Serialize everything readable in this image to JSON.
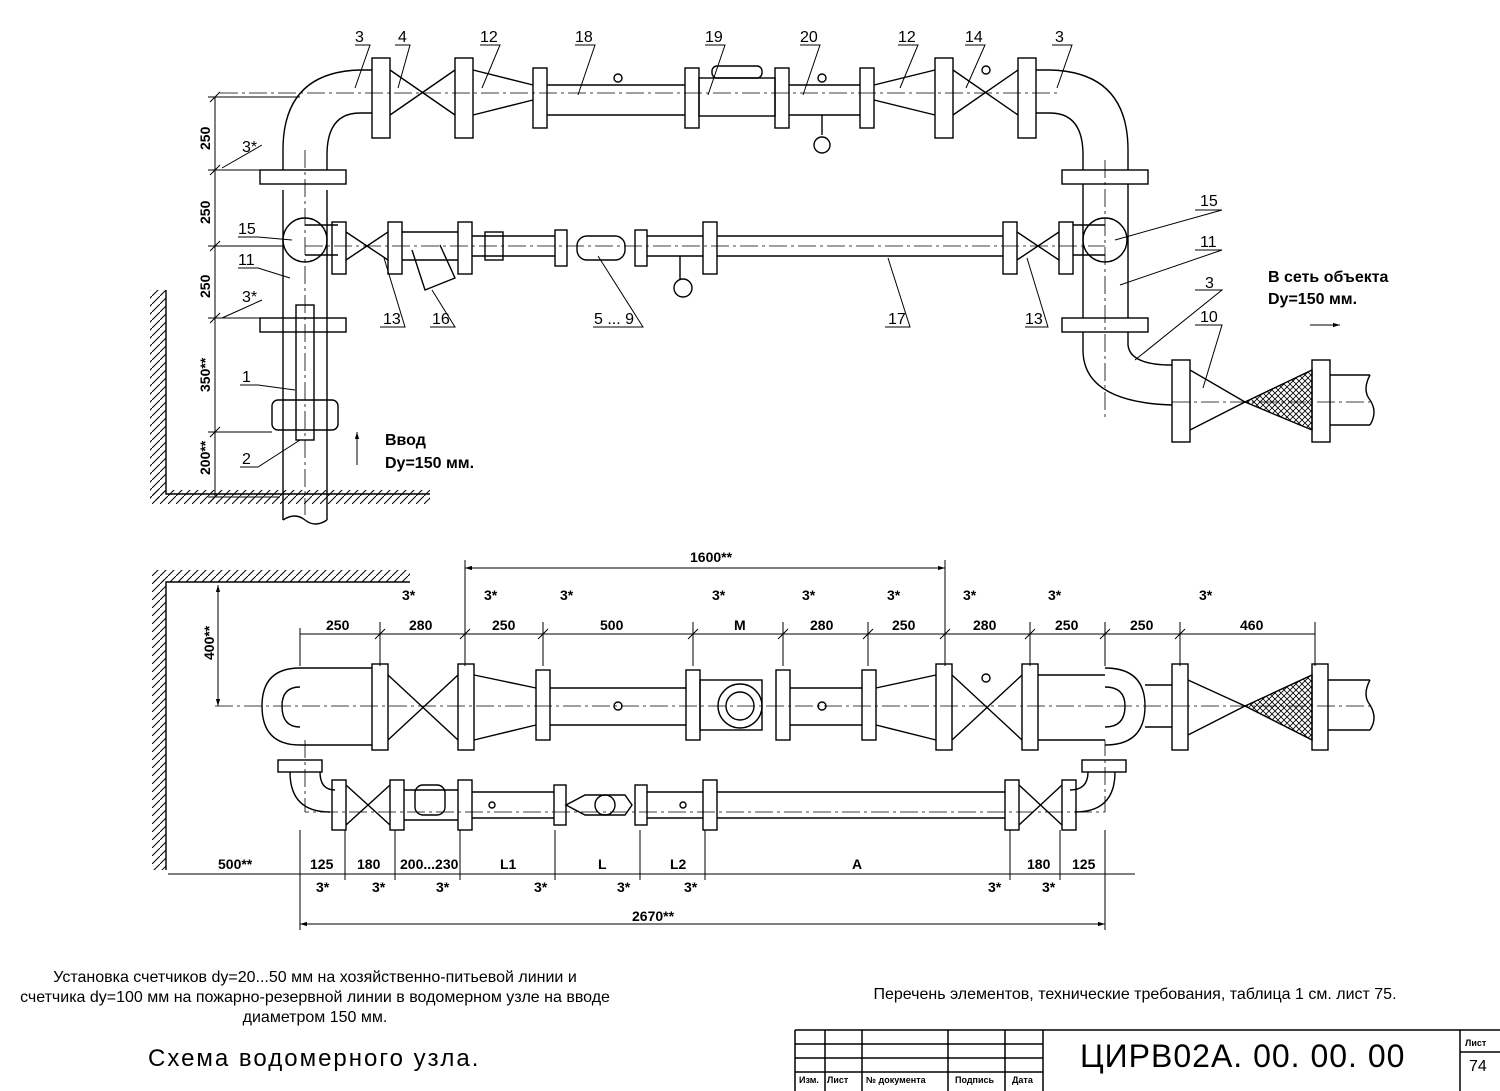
{
  "top_view": {
    "callouts": [
      {
        "text": "3"
      },
      {
        "text": "4"
      },
      {
        "text": "12"
      },
      {
        "text": "18"
      },
      {
        "text": "19"
      },
      {
        "text": "20"
      },
      {
        "text": "12"
      },
      {
        "text": "14"
      },
      {
        "text": "3"
      },
      {
        "text": "15"
      },
      {
        "text": "11"
      },
      {
        "text": "1"
      },
      {
        "text": "2"
      },
      {
        "text": "13"
      },
      {
        "text": "16"
      },
      {
        "text": "5 ... 9"
      },
      {
        "text": "17"
      },
      {
        "text": "13"
      },
      {
        "text": "15"
      },
      {
        "text": "11"
      },
      {
        "text": "3"
      },
      {
        "text": "10"
      }
    ],
    "vertical_dims": [
      "250",
      "250",
      "250",
      "350**",
      "200**"
    ],
    "star_labels": [
      "3*",
      "3*"
    ],
    "inlet": {
      "line1": "Ввод",
      "line2": "Dy=150 мм."
    },
    "outlet": {
      "line1": "В сеть объекта",
      "line2": "Dy=150 мм."
    }
  },
  "plan_view": {
    "overall_top": "1600**",
    "offset_left": "400**",
    "top_dims": [
      "250",
      "280",
      "250",
      "500",
      "M",
      "280",
      "250",
      "280",
      "250",
      "250",
      "460"
    ],
    "top_stars": [
      "3*",
      "3*",
      "3*",
      "3*",
      "3*",
      "3*",
      "3*",
      "3*",
      "3*"
    ],
    "bottom_dims": [
      "500**",
      "125",
      "180",
      "200...230",
      "L1",
      "L",
      "L2",
      "A",
      "180",
      "125"
    ],
    "bottom_stars": [
      "3*",
      "3*",
      "3*",
      "3*",
      "3*",
      "3*",
      "3*",
      "3*"
    ],
    "overall_bottom": "2670**"
  },
  "description": "Установка счетчиков dy=20...50 мм на хозяйственно-питьевой линии и счетчика dy=100 мм на пожарно-резервной линии в водомерном узле на вводе диаметром 150 мм.",
  "reference_note": "Перечень элементов, технические требования, таблица 1 см. лист 75.",
  "drawing_title": "Схема водомерного узла.",
  "title_block": {
    "columns": [
      "Изм.",
      "Лист",
      "№ документа",
      "Подпись",
      "Дата"
    ],
    "code": "ЦИРВ02А. 00. 00. 00",
    "sheet_label": "Лист",
    "sheet_number": "74"
  }
}
